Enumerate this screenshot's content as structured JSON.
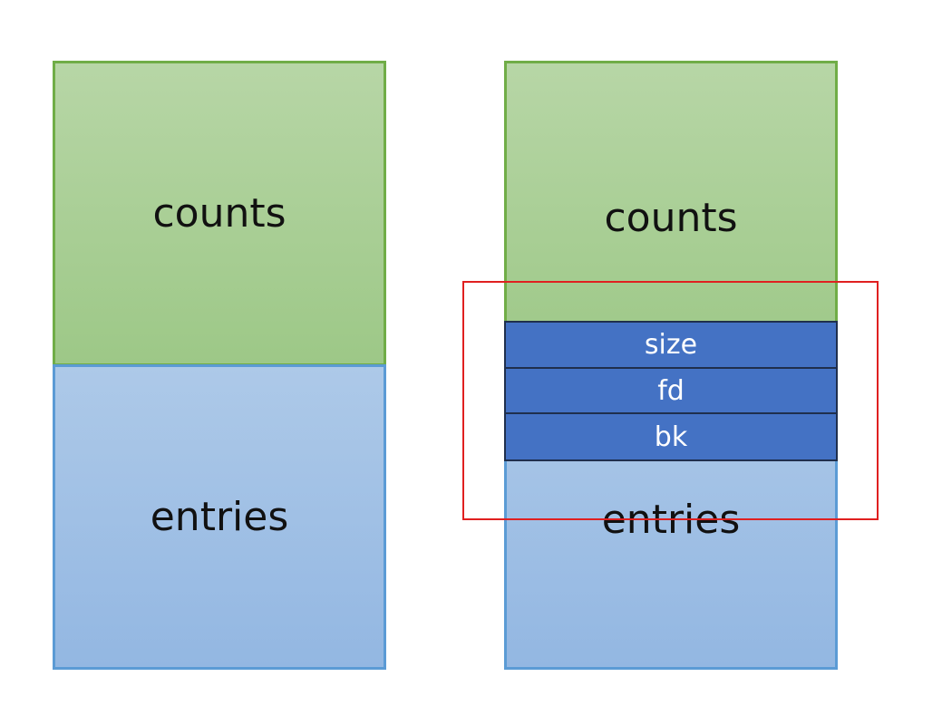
{
  "left_stack": {
    "top_label": "counts",
    "bottom_label": "entries"
  },
  "right_stack": {
    "top_label": "counts",
    "bottom_label": "entries",
    "fields": [
      {
        "label": "size"
      },
      {
        "label": "fd"
      },
      {
        "label": "bk"
      }
    ]
  },
  "colors": {
    "counts_fill": "#a9d08e",
    "counts_border": "#70ad47",
    "entries_fill": "#9dc3e6",
    "entries_border": "#5b9bd5",
    "field_fill": "#4472c4",
    "field_border": "#1f2f4d",
    "highlight_border": "#e02020"
  }
}
